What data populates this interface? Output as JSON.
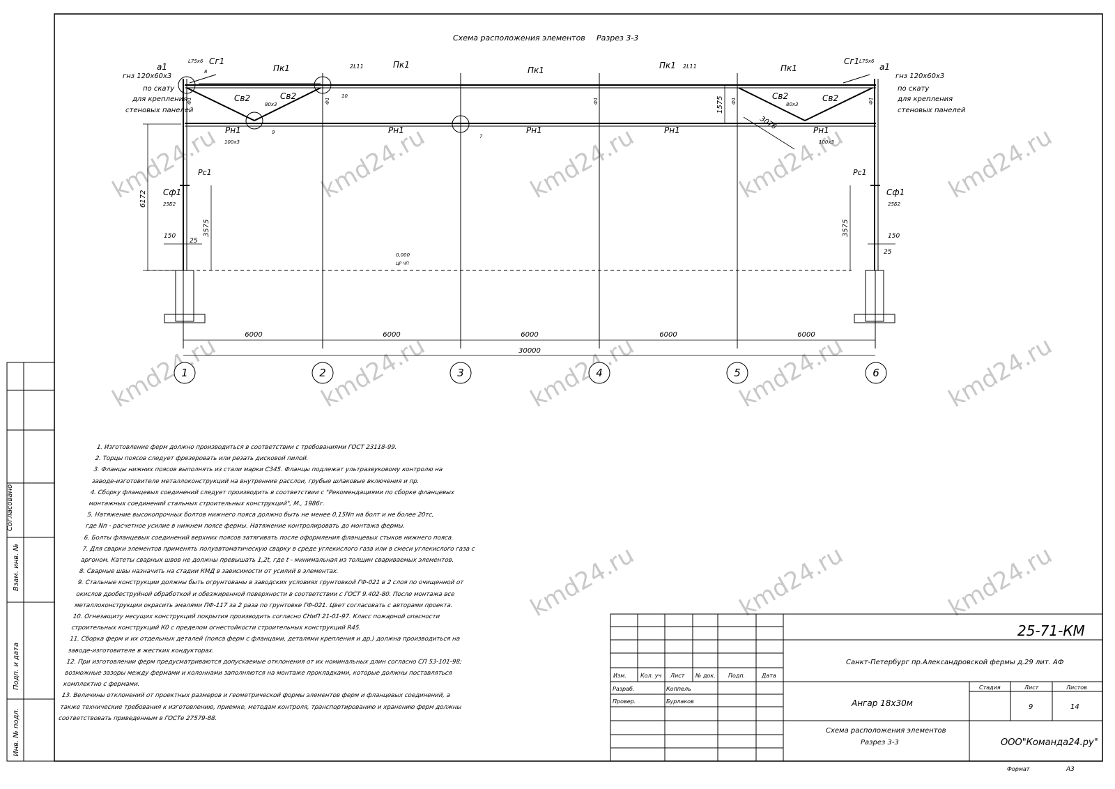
{
  "header": {
    "scheme_title": "Схема расположения элементов",
    "section_title": "Разрез 3-3"
  },
  "watermark": "kmd24.ru",
  "axes": [
    "1",
    "2",
    "3",
    "4",
    "5",
    "6"
  ],
  "dimensions": {
    "spans": [
      "6000",
      "6000",
      "6000",
      "6000",
      "6000"
    ],
    "total": "30000",
    "column_height": "6172",
    "brace_height": "3575",
    "truss_height": "1575",
    "diagonal": "3076",
    "base_offset": "150",
    "base_gap": "25",
    "level": "0,000",
    "level_note": "ЦР ЧП"
  },
  "labels": {
    "a1": "а1",
    "rib_profile": "гнз 120х60х3",
    "along_slope": "по скату",
    "for_fixing": "для крепления",
    "wall_panels": "стеновых панелей",
    "sg1": "Сг1",
    "sg1_profile": "L75х6",
    "pk1": "Пк1",
    "pair_2l": "2L11",
    "sv2": "Св2",
    "sv2_profile": "80х3",
    "rn1": "Рн1",
    "rn1_profile": "100х3",
    "f1": "Ф1",
    "rs1": "Рс1",
    "sf1": "Сф1",
    "sf1_profile": "25Б2",
    "node_8": "8",
    "node_9": "9",
    "node_10": "10",
    "node_7": "7"
  },
  "notes": [
    "1. Изготовление ферм должно производиться в соответствии с требованиями ГОСТ 23118-99.",
    "2. Торцы поясов следует фрезеровать или резать дисковой пилой.",
    "3. Фланцы нижних поясов выполнять из стали марки С345. Фланцы подлежат ультразвуковому контролю на",
    "заводе-изготовителе металлоконструкций на внутренние расслои, грубые шлаковые включения и пр.",
    "4. Сборку фланцевых соединений следует производить в соответствии с \"Рекомендациями по сборке фланцевых",
    "монтажных соединений стальных строительных конструкций\", М., 1986г.",
    "5. Натяжение высокопрочных болтов нижнего пояса должно быть не менее 0,15Nп на болт и не более 20тс,",
    "где Nп - расчетное усилие в нижнем поясе фермы. Натяжение контролировать до монтажа фермы.",
    "6. Болты фланцевых соединений верхних поясов затягивать после оформления фланцевых стыков нижнего пояса.",
    "7. Для сварки элементов применять полуавтоматическую сварку в среде углекислого газа или в смеси углекислого газа с",
    "аргоном. Катеты сварных швов не должны превышать 1,2t, где t - минимальная из толщин свариваемых элементов.",
    "8. Сварные швы назначить на стадии КМД в зависимости от усилий в элементах.",
    "9. Стальные конструкции должны быть огрунтованы в заводских условиях грунтовкой ГФ-021 в 2 слоя по очищенной от",
    "окислов дробеструйной обработкой и обезжиренной поверхности в соответствии с ГОСТ 9.402-80. После монтажа все",
    "металлоконструкции окрасить эмалями ПФ-117 за 2 раза по грунтовке ГФ-021. Цвет согласовать с авторами проекта.",
    "10. Огнезащиту несущих конструкций покрытия производить согласно СНиП 21-01-97. Класс пожарной опасности",
    "строительных конструкций К0 с пределом огнестойкости строительных конструкций R45.",
    "11. Сборка ферм и их отдельных деталей (пояса ферм с фланцами, деталями крепления и др.) должна производиться на",
    "заводе-изготовителе в жестких кондукторах.",
    "12. При изготовлении ферм предусматриваются допускаемые отклонения от их номинальных длин согласно СП 53-101-98;",
    "возможные зазоры между фермами и колоннами заполняются на монтаже прокладками, которые должны поставляться",
    "комплектно с фермами.",
    "13. Величины отклонений от проектных размеров и геометрической формы элементов ферм и фланцевых соединений, а",
    "также технические требования к изготовлению, приемке, методам контроля, транспортированию и хранению ферм должны",
    "соответствовать приведенным в ГОСТе 27579-88."
  ],
  "side_stamp": {
    "agreed": "Согласовано",
    "inv_replaced": "Взам. инв. №",
    "signature_date": "Подп. и дата",
    "inv_original": "Инв. № подл."
  },
  "title_block": {
    "code": "25-71-КМ",
    "address": "Санкт-Петербург пр.Александровской фермы д.29 лит. АФ",
    "col_change": "Изм.",
    "col_qty": "Кол. уч",
    "col_sheet": "Лист",
    "col_doc": "№ док.",
    "col_sign": "Подп.",
    "col_date": "Дата",
    "developed": "Разраб.",
    "developer": "Коппель",
    "checked": "Провер.",
    "checker": "Бурлаков",
    "object": "Ангар 18х30м",
    "stage_label": "Стадия",
    "sheet_label": "Лист",
    "sheets_label": "Листов",
    "stage_value": "",
    "sheet_value": "9",
    "sheets_value": "14",
    "drawing_title": "Схема расположения элементов",
    "drawing_subtitle": "Разрез 3-3",
    "company": "ООО\"Команда24.ру\"",
    "format_label": "Формат",
    "format_value": "А3"
  }
}
